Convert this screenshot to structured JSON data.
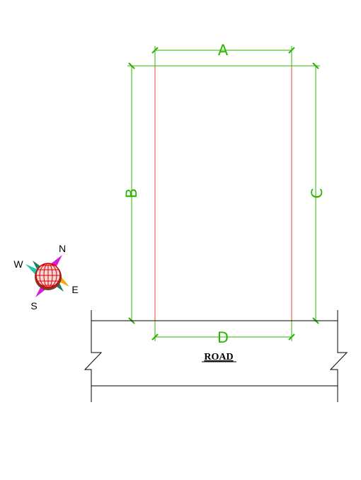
{
  "dimensions": {
    "top": "A",
    "left": "B",
    "right": "C",
    "bottom": "D"
  },
  "road": {
    "label": "ROAD"
  },
  "compass": {
    "north": "N",
    "south": "S",
    "east": "E",
    "west": "W"
  },
  "colors": {
    "plot_boundary": "#e8413c",
    "dimension_lines": "#2db400",
    "road_lines": "#000000"
  }
}
